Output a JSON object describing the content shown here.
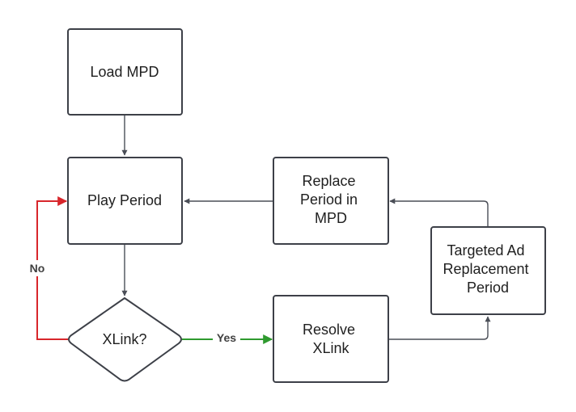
{
  "diagram": {
    "nodes": {
      "load_mpd": {
        "lines": [
          "Load MPD"
        ]
      },
      "play_period": {
        "lines": [
          "Play Period"
        ]
      },
      "xlink": {
        "lines": [
          "XLink?"
        ]
      },
      "replace_period": {
        "lines": [
          "Replace",
          "Period in",
          "MPD"
        ]
      },
      "targeted_ad": {
        "lines": [
          "Targeted Ad",
          "Replacement",
          "Period"
        ]
      },
      "resolve_xlink": {
        "lines": [
          "Resolve",
          "XLink"
        ]
      }
    },
    "edge_labels": {
      "no": "No",
      "yes": "Yes"
    },
    "colors": {
      "no_edge": "#d8262b",
      "yes_edge": "#2f9a2f",
      "default_edge": "#4a4e57",
      "node_border": "#3d4048"
    }
  }
}
